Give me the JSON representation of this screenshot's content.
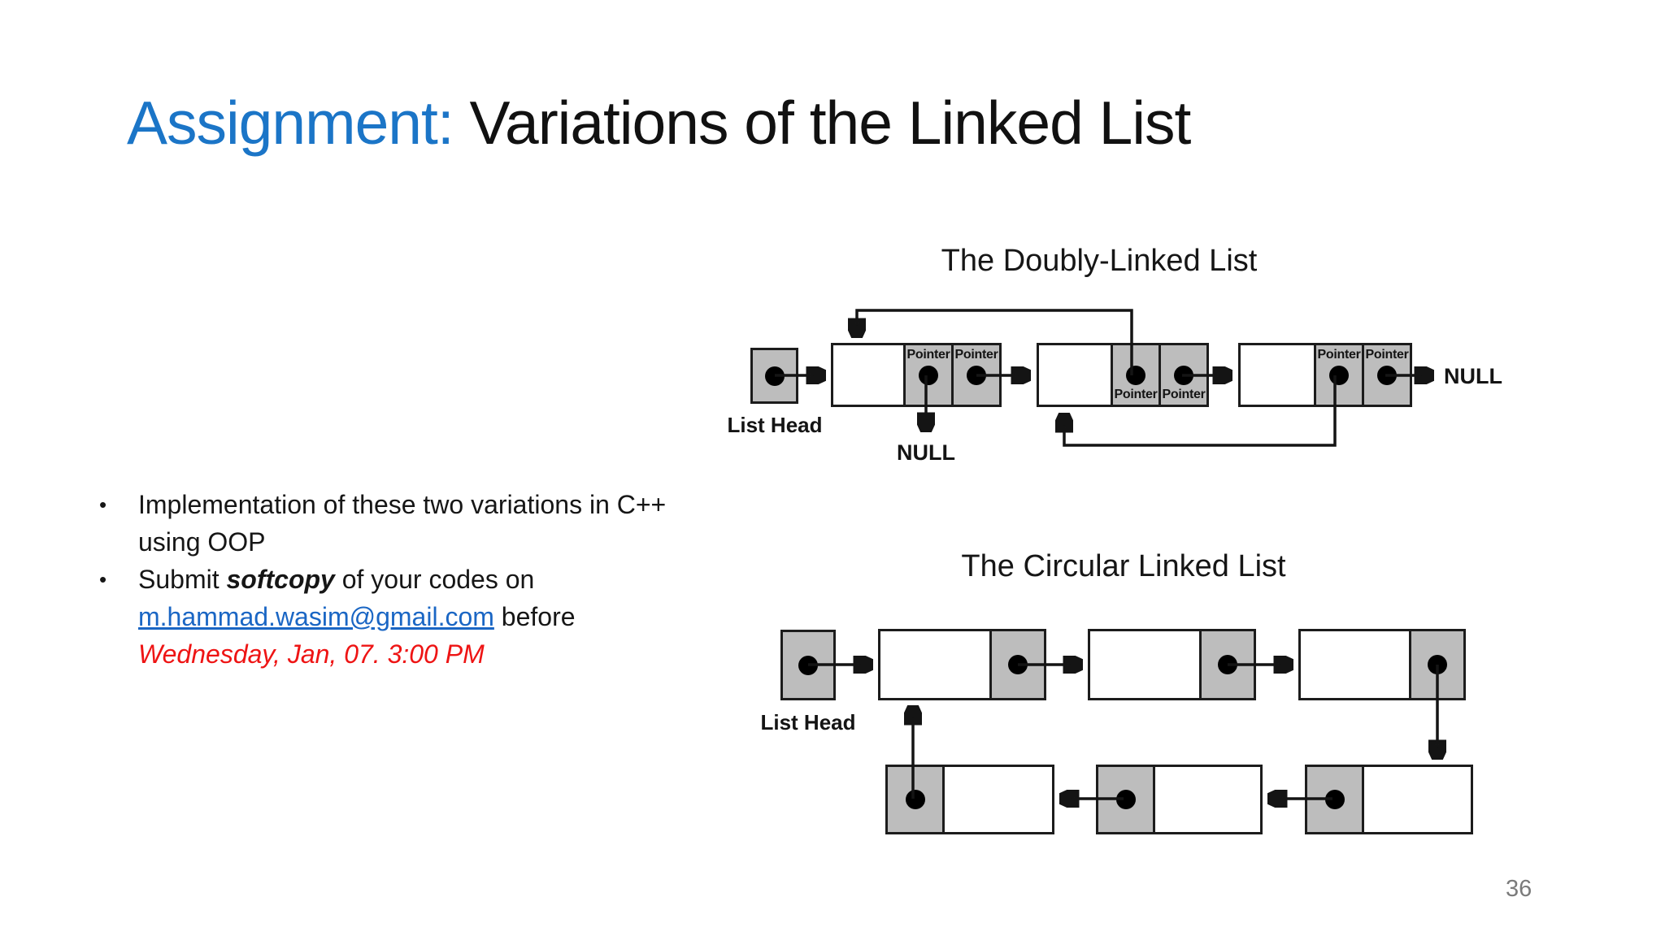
{
  "title": {
    "prefix": "Assignment: ",
    "main": "Variations of the Linked List"
  },
  "bullets": {
    "marker": "•",
    "item1": "Implementation of these two variations in C++ using OOP",
    "item2": {
      "part1": "Submit ",
      "softcopy": "softcopy",
      "part2": " of your codes on ",
      "email": "m.hammad.wasim@gmail.com",
      "part3": " before ",
      "deadline": "Wednesday, Jan, 07. 3:00 PM"
    }
  },
  "doubly_diagram": {
    "title": "The Doubly-Linked List",
    "list_head_label": "List Head",
    "pointer_label": "Pointer",
    "null_label": "NULL"
  },
  "circular_diagram": {
    "title": "The Circular Linked List",
    "list_head_label": "List Head"
  },
  "page_number": "36",
  "colors": {
    "accent_blue": "#1b75c7",
    "link_blue": "#1a66c4",
    "deadline_red": "#ee1414",
    "diagram_gray": "#bdbdbd"
  }
}
